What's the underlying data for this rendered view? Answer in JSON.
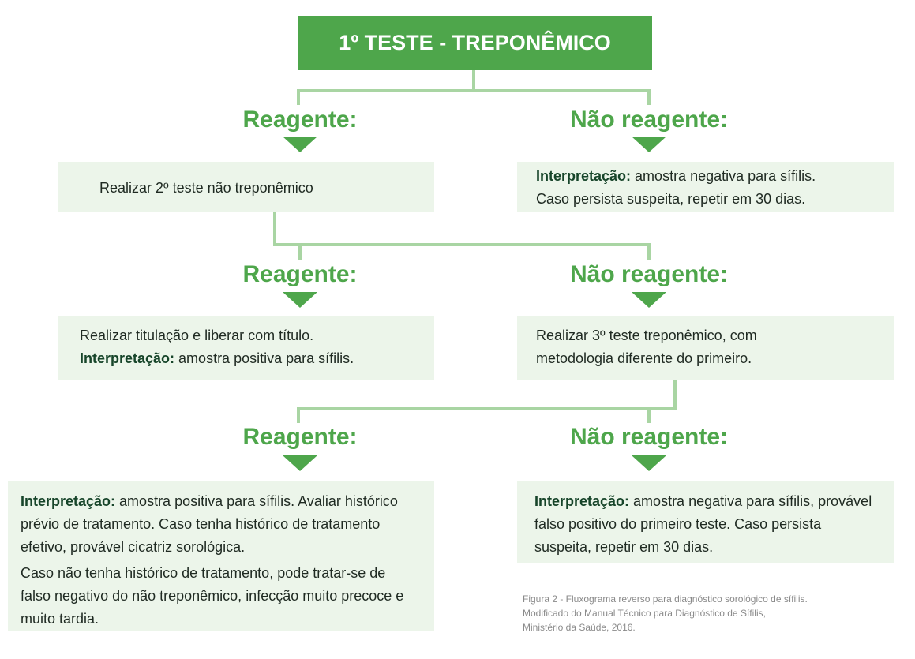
{
  "title": "1º TESTE - TREPONÊMICO",
  "labels": {
    "reagent": "Reagente:",
    "non_reagent": "Não reagente:"
  },
  "row1": {
    "left": "Realizar  2º teste não treponêmico",
    "right_bold": "Interpretação:",
    "right_text1": " amostra negativa para sífilis.",
    "right_text2": "Caso persista suspeita, repetir em 30 dias."
  },
  "row2": {
    "left_text1": "Realizar titulação e liberar com título.",
    "left_bold": "Interpretação:",
    "left_text2": " amostra positiva para sífilis.",
    "right_text1": "Realizar  3º teste treponêmico, com",
    "right_text2": "metodologia diferente do primeiro."
  },
  "row3": {
    "left_bold": "Interpretação:",
    "left_text1": " amostra positiva para sífilis. Avaliar histórico prévio de tratamento. Caso  tenha histórico de tratamento efetivo, provável cicatriz sorológica.",
    "left_text2": "Caso não tenha histórico de tratamento, pode tratar-se de falso negativo do não treponêmico, infecção muito precoce e muito tardia.",
    "right_bold": "Interpretação:",
    "right_text1": " amostra negativa para sífilis, provável falso positivo do primeiro teste. Caso persista suspeita, repetir em 30 dias."
  },
  "caption": {
    "line1": "Figura 2 - Fluxograma reverso para diagnóstico sorológico de sífilis.",
    "line2": "Modificado do Manual Técnico para Diagnóstico de Sífilis,",
    "line3": "Ministério da Saúde, 2016."
  },
  "colors": {
    "green": "#4ea64b",
    "connector": "#a9d5a3",
    "box_bg": "#ecf5ea"
  }
}
